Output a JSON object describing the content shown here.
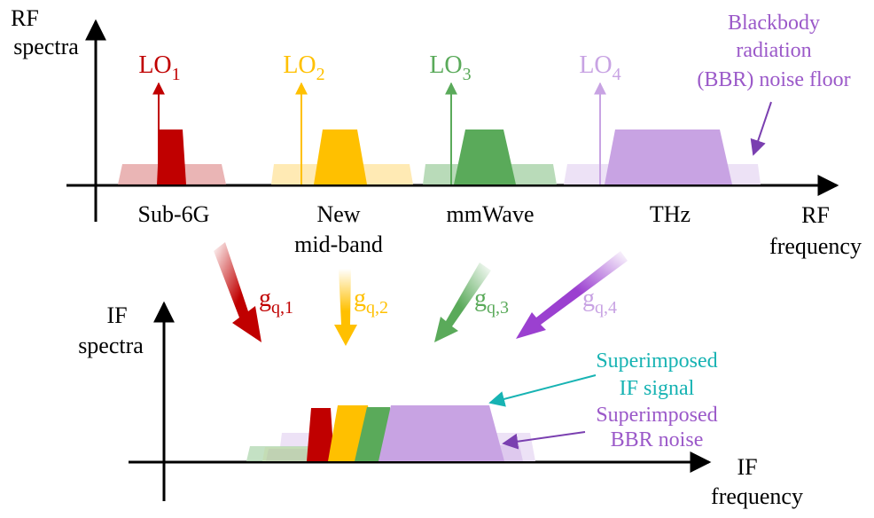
{
  "colors": {
    "band1": "#c00000",
    "band2": "#ffc000",
    "band3": "#5aaa5a",
    "band4": "#c8a3e3",
    "bbr_label": "#9b59c9",
    "if_signal_label": "#17b3b3",
    "axis": "#000000"
  },
  "rf_axis": {
    "y_label_line1": "RF",
    "y_label_line2": "spectra",
    "x_label_line1": "RF",
    "x_label_line2": "frequency"
  },
  "if_axis": {
    "y_label_line1": "IF",
    "y_label_line2": "spectra",
    "x_label_line1": "IF",
    "x_label_line2": "frequency"
  },
  "bands": [
    {
      "name": "Sub-6G",
      "name_line2": "",
      "lo": "LO",
      "lo_sub": "1",
      "gain": "g",
      "gain_sub": "q,1"
    },
    {
      "name": "New",
      "name_line2": "mid-band",
      "lo": "LO",
      "lo_sub": "2",
      "gain": "g",
      "gain_sub": "q,2"
    },
    {
      "name": "mmWave",
      "name_line2": "",
      "lo": "LO",
      "lo_sub": "3",
      "gain": "g",
      "gain_sub": "q,3"
    },
    {
      "name": "THz",
      "name_line2": "",
      "lo": "LO",
      "lo_sub": "4",
      "gain": "g",
      "gain_sub": "q,4"
    }
  ],
  "annotations": {
    "bbr_line1": "Blackbody",
    "bbr_line2": "radiation",
    "bbr_line3": "(BBR) noise floor",
    "if_signal_line1": "Superimposed",
    "if_signal_line2": "IF signal",
    "bbr_noise_line1": "Superimposed",
    "bbr_noise_line2": "BBR noise"
  }
}
